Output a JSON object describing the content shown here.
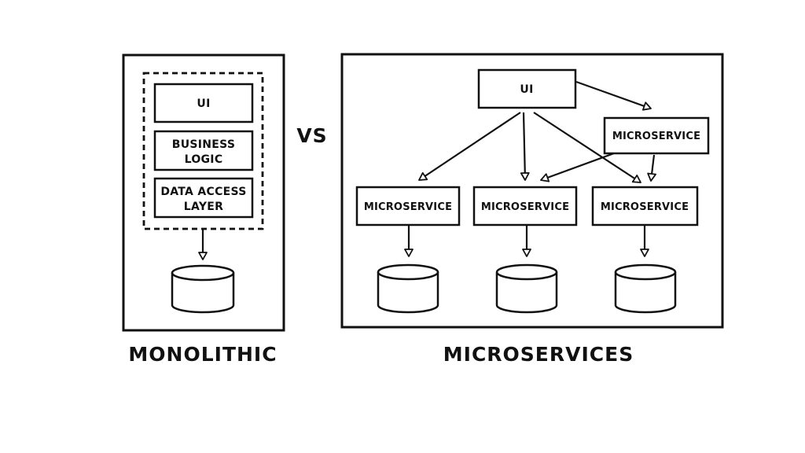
{
  "comparison_label": "VS",
  "monolithic": {
    "caption": "MONOLITHIC",
    "layers": [
      {
        "line1": "UI",
        "line2": ""
      },
      {
        "line1": "BUSINESS",
        "line2": "LOGIC"
      },
      {
        "line1": "DATA ACCESS",
        "line2": "LAYER"
      }
    ]
  },
  "microservices": {
    "caption": "MICROSERVICES",
    "ui_label": "UI",
    "top_service_label": "MICROSERVICE",
    "service_labels": [
      "MICROSERVICE",
      "MICROSERVICE",
      "MICROSERVICE"
    ]
  },
  "colors": {
    "ink": "#111111",
    "background": "#ffffff"
  }
}
